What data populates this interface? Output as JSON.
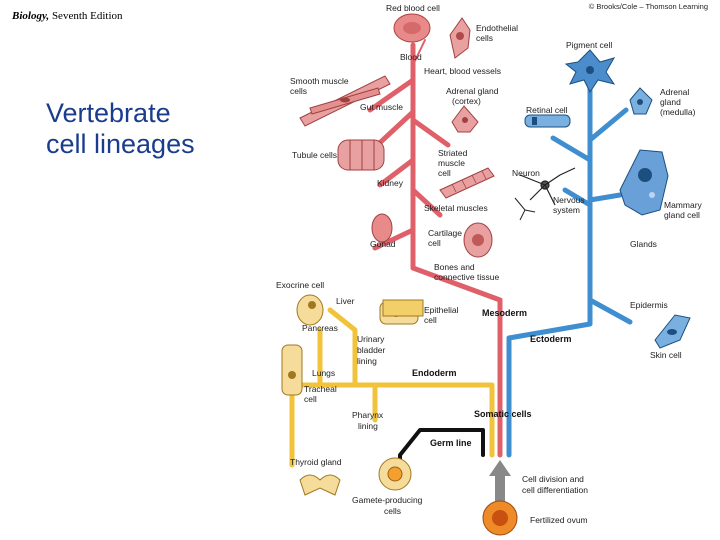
{
  "header": {
    "book_title": "Biology,",
    "edition": "Seventh Edition",
    "copyright": "© Brooks/Cole – Thomson Learning"
  },
  "slide": {
    "title_line1": "Vertebrate",
    "title_line2": "cell lineages"
  },
  "colors": {
    "mesoderm": "#e0606a",
    "ectoderm": "#3f8fd0",
    "endoderm": "#f2c33a",
    "germ": "#111111",
    "title": "#1a3c8f"
  },
  "labels": {
    "red_blood_cell": "Red blood cell",
    "endothelial": [
      "Endothelial",
      "cells"
    ],
    "blood": "Blood",
    "heart_vessels": "Heart, blood vessels",
    "pigment_cell": "Pigment cell",
    "smooth_muscle": [
      "Smooth muscle",
      "cells"
    ],
    "gut_muscle": "Gut muscle",
    "adrenal_cortex": [
      "Adrenal gland",
      "(cortex)"
    ],
    "retinal_cell": "Retinal cell",
    "adrenal_medulla": [
      "Adrenal",
      "gland",
      "(medulla)"
    ],
    "tubule_cells": "Tubule cells",
    "striated_muscle": [
      "Striated",
      "muscle",
      "cell"
    ],
    "neuron": "Neuron",
    "kidney": "Kidney",
    "nervous_system": [
      "Nervous",
      "system"
    ],
    "mammary": [
      "Mammary",
      "gland cell"
    ],
    "skeletal_muscles": "Skeletal muscles",
    "cartilage": [
      "Cartilage",
      "cell"
    ],
    "gonad": "Gonad",
    "glands": "Glands",
    "bones": [
      "Bones and",
      "connective tissue"
    ],
    "exocrine": "Exocrine cell",
    "liver": "Liver",
    "epithelial": [
      "Epithelial",
      "cell"
    ],
    "mesoderm": "Mesoderm",
    "epidermis": "Epidermis",
    "pancreas": "Pancreas",
    "urinary": [
      "Urinary",
      "bladder",
      "lining"
    ],
    "ectoderm": "Ectoderm",
    "skin_cell": "Skin cell",
    "lungs": "Lungs",
    "endoderm": "Endoderm",
    "tracheal": [
      "Tracheal",
      "cell"
    ],
    "pharynx": [
      "Pharynx",
      "lining"
    ],
    "somatic": "Somatic cells",
    "germ_line": "Germ line",
    "thyroid": "Thyroid gland",
    "cell_division": [
      "Cell division and",
      "cell differentiation"
    ],
    "gamete": [
      "Gamete-producing",
      "cells"
    ],
    "ovum": "Fertilized ovum"
  }
}
